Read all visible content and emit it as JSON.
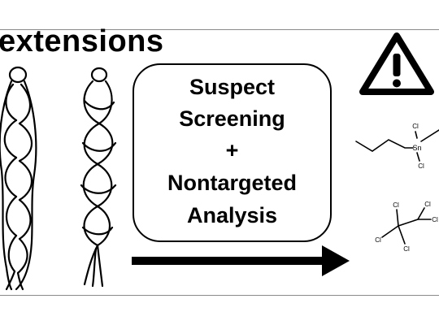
{
  "title": "extensions",
  "process": {
    "line1": "Suspect",
    "line2": "Screening",
    "plus": "+",
    "line3": "Nontargeted",
    "line4": "Analysis"
  },
  "molecule_top": {
    "center_atom": "Sn",
    "substituents": [
      "Cl",
      "Cl"
    ]
  },
  "molecule_bottom": {
    "substituents": [
      "Cl",
      "Cl",
      "Cl",
      "Cl",
      "Cl"
    ]
  },
  "icons": {
    "braid_left": "braided-hair-extension-icon",
    "braid_right": "twisted-hair-extension-icon",
    "warning": "warning-triangle-icon",
    "arrow": "right-arrow-icon"
  },
  "colors": {
    "ink": "#000000",
    "frame": "#8a8a8a",
    "background": "#ffffff"
  }
}
